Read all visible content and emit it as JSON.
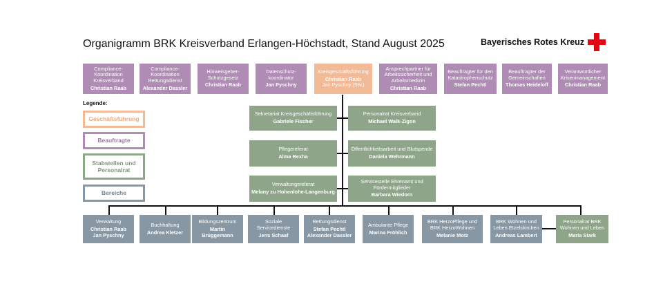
{
  "header": {
    "title": "Organigramm BRK Kreisverband Erlangen-Höchstadt, Stand August 2025",
    "brand": "Bayerisches Rotes Kreuz"
  },
  "colors": {
    "purple": "#ae8cb3",
    "orange": "#f3ba97",
    "green": "#8fa58a",
    "grey": "#8797a3",
    "red_cross": "#e30613"
  },
  "top_row": [
    {
      "title": "Compliance-Koordination Kreisverband",
      "name": "Christian Raab"
    },
    {
      "title": "Compliance-Koordination Rettungsdienst",
      "name": "Alexander Dassler"
    },
    {
      "title": "Hinweisgeber-Schutzgesetz",
      "name": "Christian Raab"
    },
    {
      "title": "Datenschutz-koordinator",
      "name": "Jan Pyschny"
    },
    {
      "title": "Kreisgeschäftsführung",
      "name": "Christian Raab",
      "name2": "Jan Pyschny (Stv.)"
    },
    {
      "title": "Ansprechpartner für Arbeitssicherheit und Arbeitsmedizin",
      "name": "Christian Raab"
    },
    {
      "title": "Beauftragter für den Katastrophenschutz",
      "name": "Stefan Pechtl"
    },
    {
      "title": "Beauftragter der Gemeinschaften",
      "name": "Thomas Heideloff"
    },
    {
      "title": "Verantwortlicher Krisenmanagement",
      "name": "Christian Raab"
    }
  ],
  "staff_left": [
    {
      "title": "Sekretariat Kreisgeschäftsführung",
      "name": "Gabriele Fischer"
    },
    {
      "title": "Pflegereferat",
      "name": "Alma Rexha"
    },
    {
      "title": "Verwaltungsreferat",
      "name": "Melany zu Hohenlohe-Langenburg"
    }
  ],
  "staff_right": [
    {
      "title": "Personalrat Kreisverband",
      "name": "Michael Walk-Zigon"
    },
    {
      "title": "Öffentlichkeitsarbeit und Blutspende",
      "name": "Daniela Wehrmann"
    },
    {
      "title": "Servicestelle Ehrenamt und Fördermitglieder",
      "name": "Barbara Wiedorn"
    }
  ],
  "legend": {
    "label": "Legende:",
    "items": [
      "Geschäftsführung",
      "Beauftragte",
      "Stabstellen und Personalrat",
      "Bereiche"
    ]
  },
  "bottom_row": [
    {
      "title": "Verwaltung",
      "name": "Christian Raab",
      "name2": "Jan Pyschny"
    },
    {
      "title": "Buchhaltung",
      "name": "Andrea Kletzer"
    },
    {
      "title": "Bildungszentrum",
      "name": "Martin Brüggemann"
    },
    {
      "title": "Soziale Servicedienste",
      "name": "Jens Schaaf"
    },
    {
      "title": "Rettungsdienst",
      "name": "Stefan Pechtl",
      "name2": "Alexander Dassler"
    },
    {
      "title": "Ambulante Pflege",
      "name": "Marina Fröhlich"
    },
    {
      "title": "BRK HerzoPflege und BRK HerzoWohnen",
      "name": "Melanie Motz"
    },
    {
      "title": "BRK Wohnen und Leben Etzelskirchen",
      "name": "Andreas Lambert"
    }
  ],
  "side_box": {
    "title": "Personalrat BRK Wohnen und Leben",
    "name": "Maria Stark"
  }
}
